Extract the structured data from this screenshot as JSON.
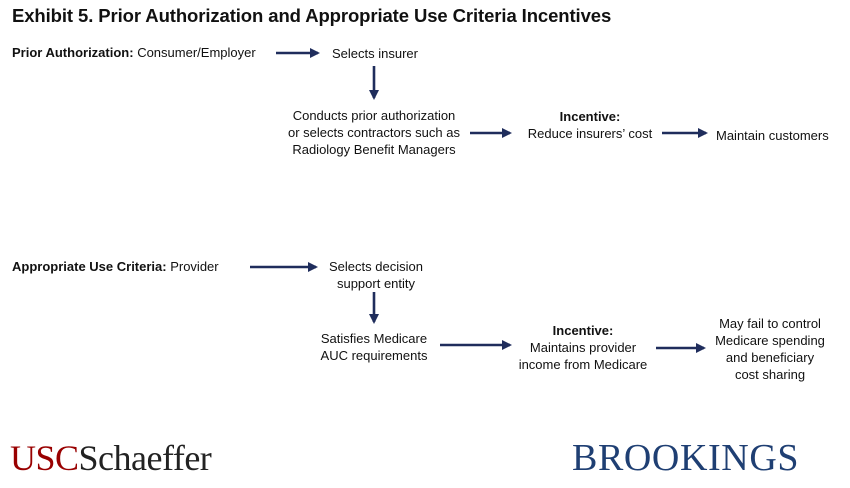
{
  "title": "Exhibit 5. Prior Authorization and Appropriate Use Criteria Incentives",
  "colors": {
    "arrow": "#1f2d5c",
    "usc_red": "#990000",
    "brookings_blue": "#1f3f73"
  },
  "prior_auth": {
    "label_bold": "Prior Authorization:",
    "label_rest": " Consumer/Employer",
    "selects": "Selects insurer",
    "conducts": [
      "Conducts prior authorization",
      "or selects contractors such as",
      "Radiology Benefit Managers"
    ],
    "incentive_label": "Incentive:",
    "incentive_text": "Reduce insurers’ cost",
    "outcome": "Maintain customers"
  },
  "auc": {
    "label_bold": "Appropriate Use Criteria:",
    "label_rest": " Provider",
    "selects": [
      "Selects decision",
      "support entity"
    ],
    "satisfies": [
      "Satisfies Medicare",
      "AUC requirements"
    ],
    "incentive_label": "Incentive:",
    "incentive_text": [
      "Maintains provider",
      "income from Medicare"
    ],
    "outcome": [
      "May fail to control",
      "Medicare spending",
      "and beneficiary",
      "cost sharing"
    ]
  },
  "logos": {
    "usc_part1": "USC",
    "usc_part2": "Schaeffer",
    "brookings": "BROOKINGS"
  }
}
